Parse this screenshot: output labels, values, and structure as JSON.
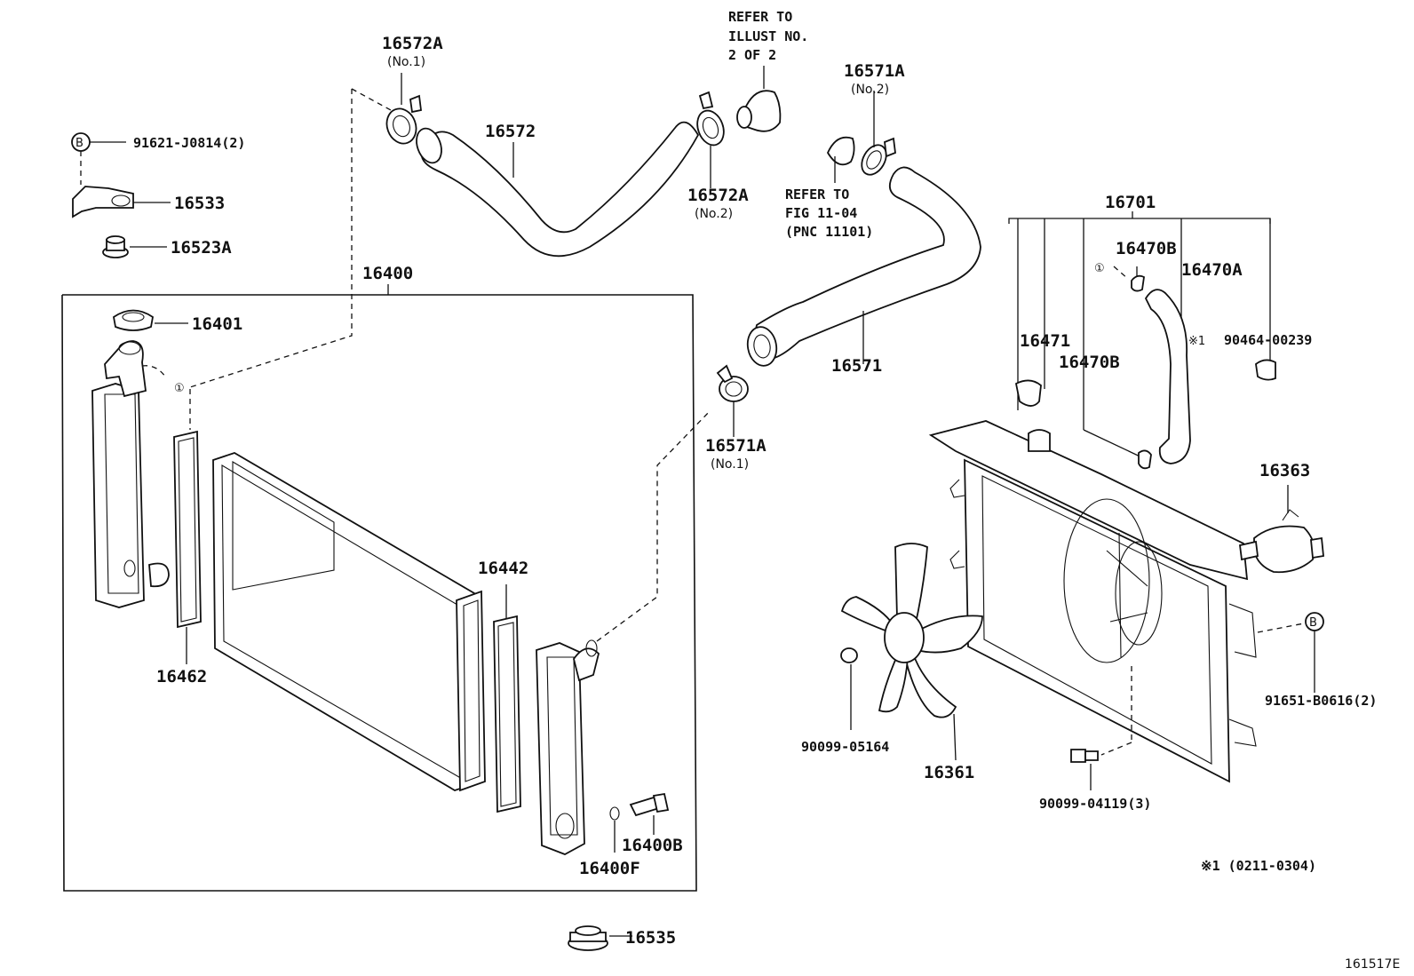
{
  "figure_id": "161517E",
  "footnote": "※1 (0211-0304)",
  "refer_notes": {
    "illust": [
      "REFER TO",
      "ILLUST NO.",
      "2 OF 2"
    ],
    "fig": [
      "REFER TO",
      "FIG 11-04",
      "(PNC 11101)"
    ]
  },
  "callouts": {
    "b_marker": "B",
    "ref_1": "①",
    "asterisk_1": "※1"
  },
  "parts": {
    "p16572A_no1": "16572A",
    "p16572A_no1_sub": "(No.1)",
    "p16572": "16572",
    "p16572A_no2": "16572A",
    "p16572A_no2_sub": "(No.2)",
    "p16571A_no2": "16571A",
    "p16571A_no2_sub": "(No.2)",
    "p16571A_no1": "16571A",
    "p16571A_no1_sub": "(No.1)",
    "p16571": "16571",
    "p91621": "91621-J0814(2)",
    "p16533": "16533",
    "p16523A": "16523A",
    "p16400": "16400",
    "p16401": "16401",
    "p16462": "16462",
    "p16442": "16442",
    "p16400B": "16400B",
    "p16400F": "16400F",
    "p16535": "16535",
    "p16701": "16701",
    "p16470B_top": "16470B",
    "p16470A": "16470A",
    "p16471": "16471",
    "p16470B_mid": "16470B",
    "p90464": "90464-00239",
    "p16363": "16363",
    "p91651": "91651-B0616(2)",
    "p90099_05164": "90099-05164",
    "p16361": "16361",
    "p90099_04119": "90099-04119(3)"
  }
}
